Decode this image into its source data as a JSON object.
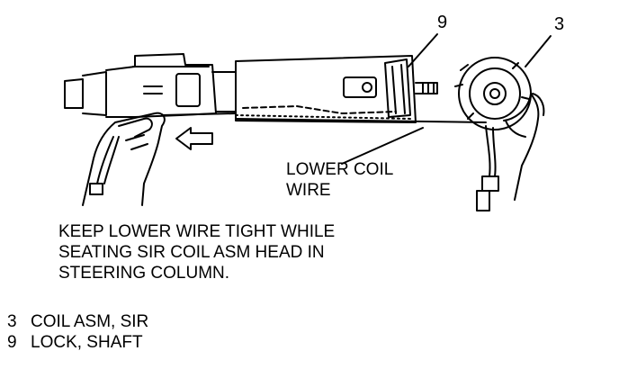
{
  "callouts": {
    "lock": "9",
    "coil": "3"
  },
  "labels": {
    "lower_coil_line1": "LOWER COIL",
    "lower_coil_line2": "WIRE"
  },
  "instruction": [
    "KEEP LOWER WIRE TIGHT WHILE",
    "SEATING SIR COIL ASM HEAD IN",
    "STEERING COLUMN."
  ],
  "legend": [
    {
      "num": "3",
      "text": "COIL ASM, SIR"
    },
    {
      "num": "9",
      "text": "LOCK, SHAFT"
    }
  ]
}
